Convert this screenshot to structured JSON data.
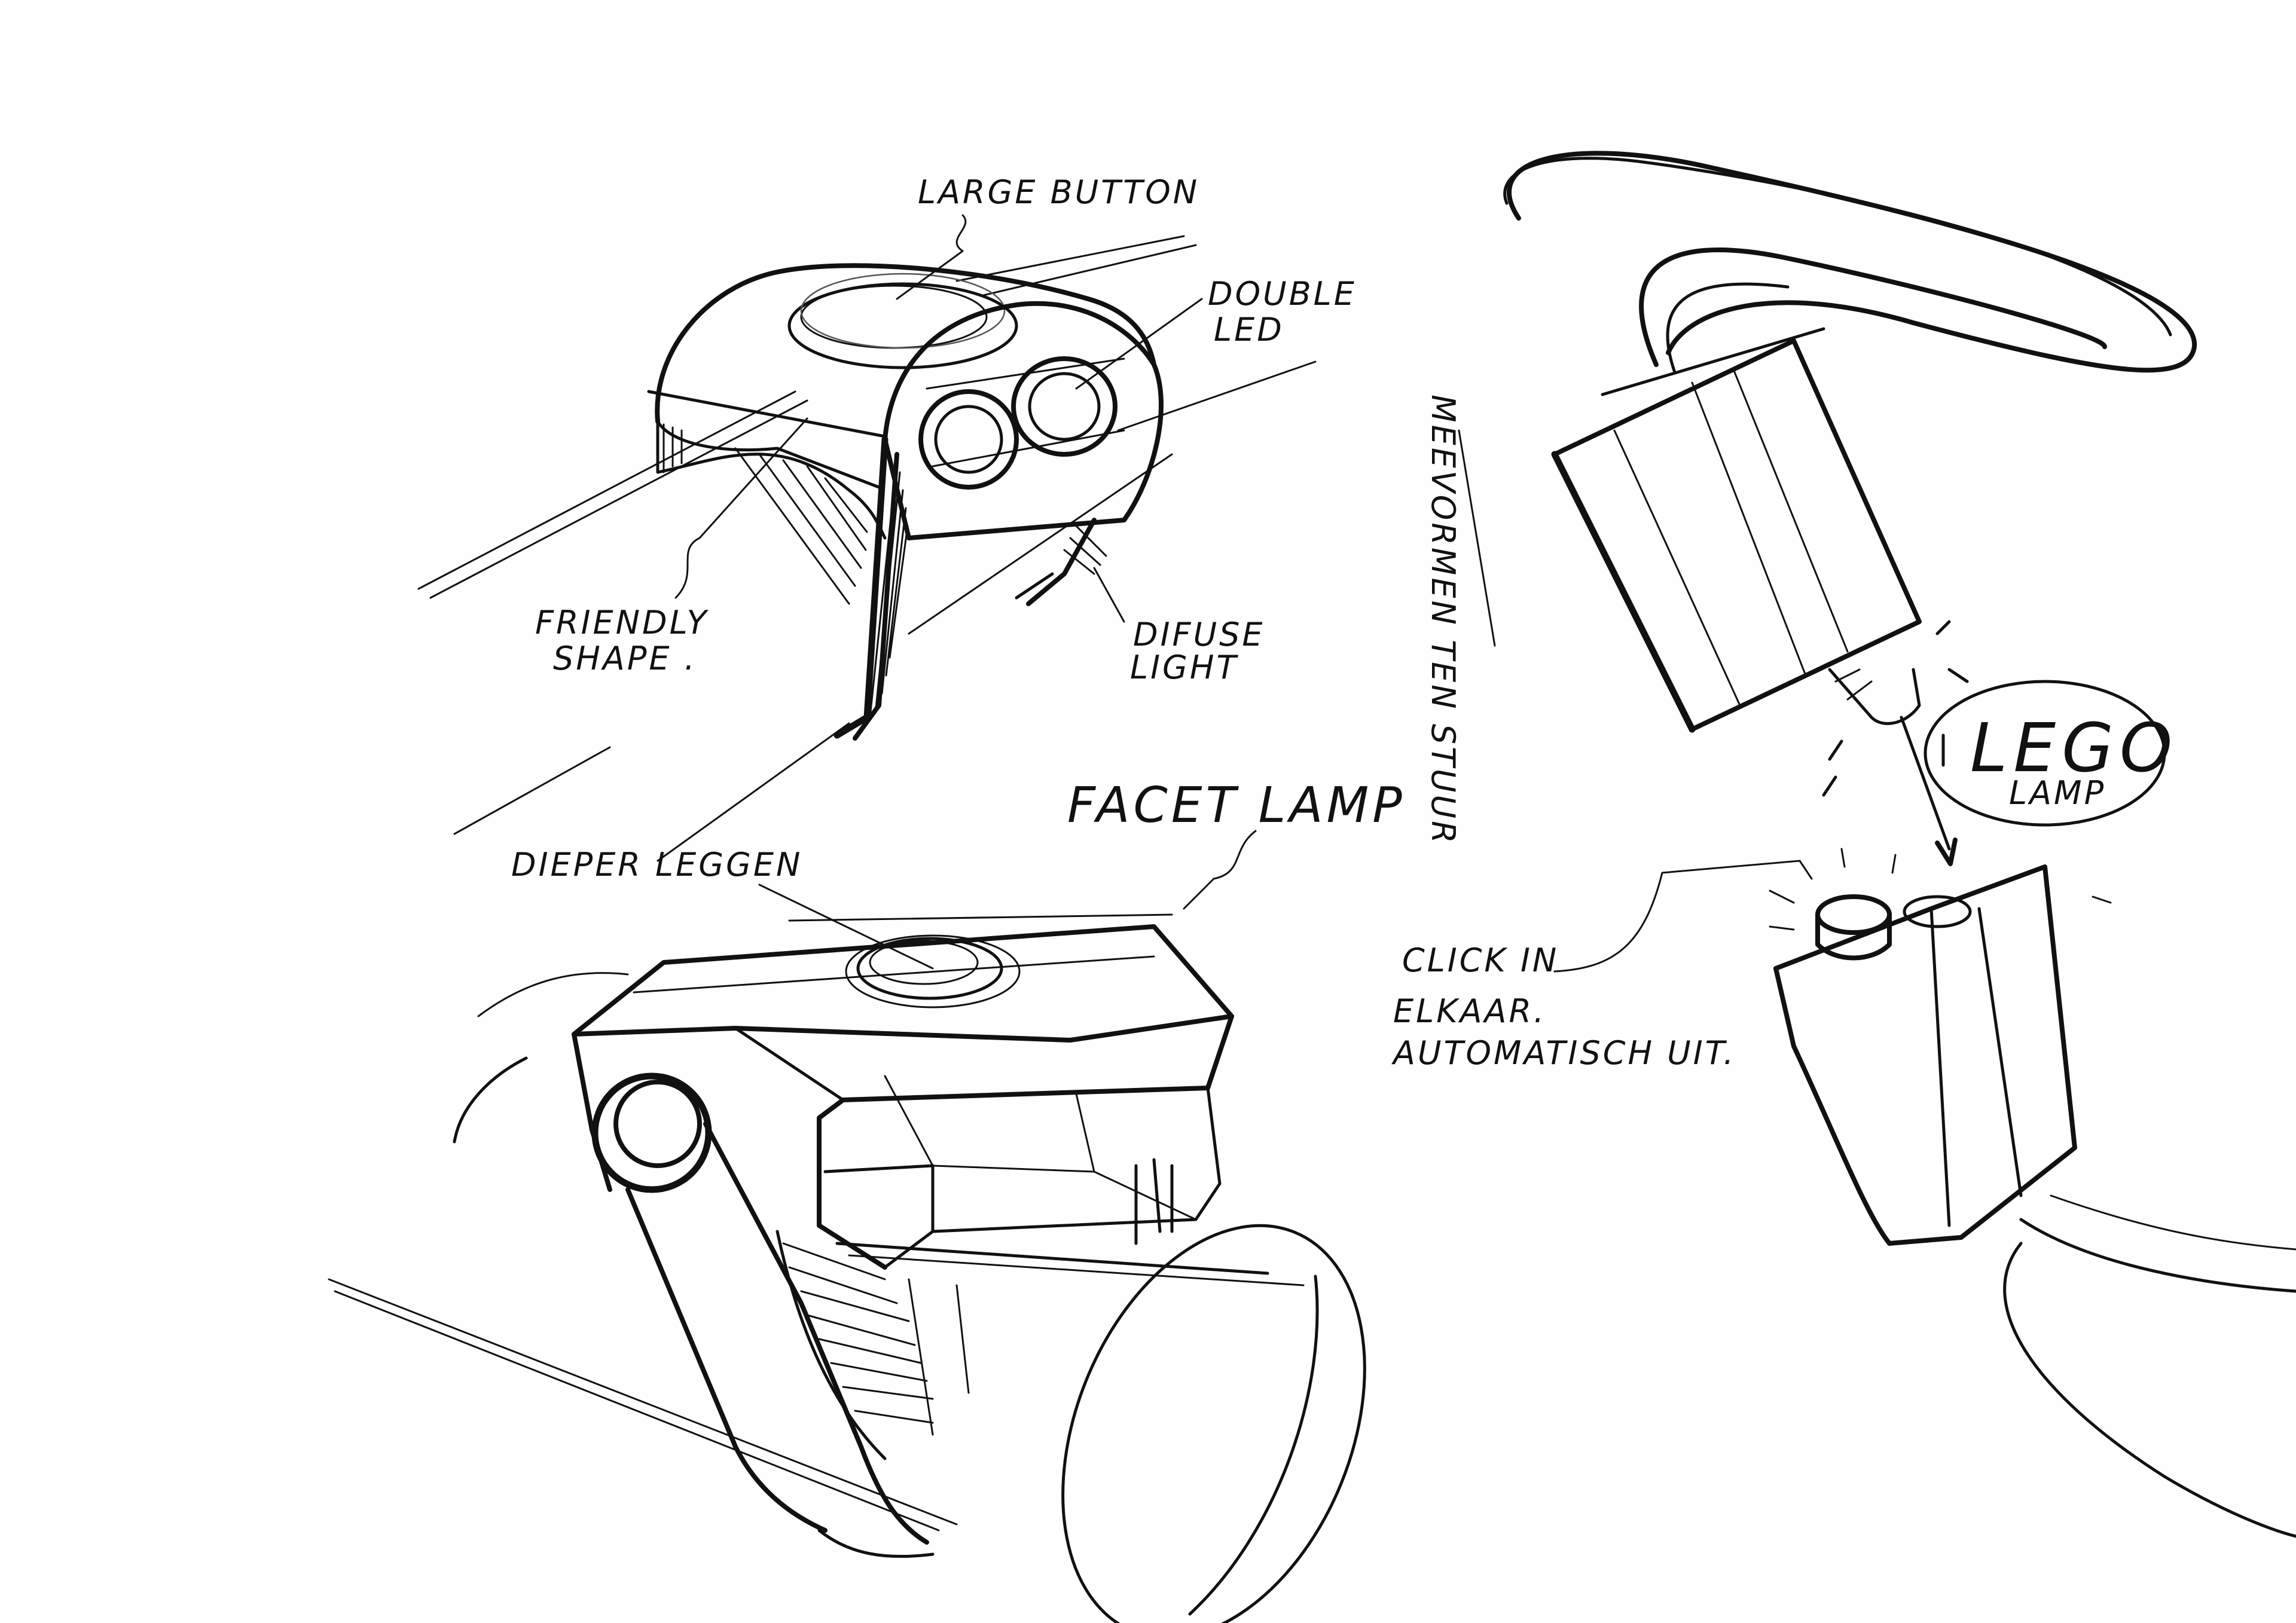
{
  "sketch": {
    "labels": {
      "large_button": "LARGE BUTTON",
      "double_led_1": "DOUBLE",
      "double_led_2": "LED",
      "friendly_shape_1": "FRIENDLY",
      "friendly_shape_2": "SHAPE .",
      "diffuse_light_1": "DIFUSE",
      "diffuse_light_2": "LIGHT",
      "facet_lamp": "FACET LAMP",
      "dieper_leggen": "DIEPER LEGGEN",
      "click_in_1": "CLICK IN",
      "click_in_2": "ELKAAR.",
      "click_in_3": "AUTOMATISCH UIT.",
      "lego_1": "LEGO",
      "lego_2": "LAMP",
      "vertical_note": "MEEVORMEN TEN STUUR"
    },
    "ink_color": "#111111",
    "paper_color": "#fefefe"
  }
}
